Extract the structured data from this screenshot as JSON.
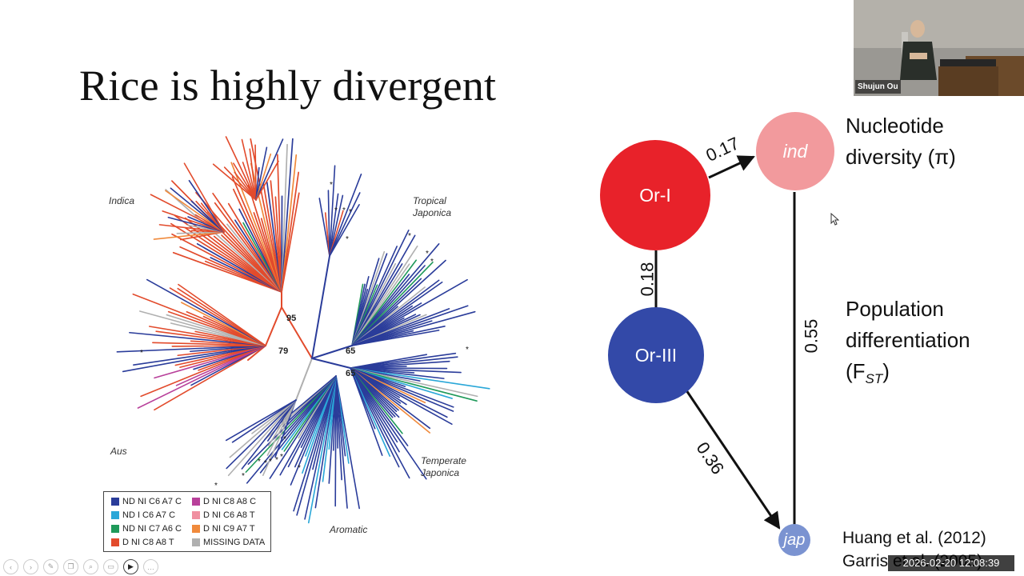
{
  "slide": {
    "title": "Rice is highly divergent"
  },
  "tree": {
    "labels": {
      "indica": "Indica",
      "tropical": "Tropical\nJaponica",
      "aus": "Aus",
      "temperate": "Temperate\nJaponica",
      "aromatic": "Aromatic"
    },
    "support_values": [
      "95",
      "79",
      "65",
      "65"
    ],
    "colors": {
      "navy": "#2a3c9a",
      "cyan": "#2aa7d8",
      "green": "#1f9a5a",
      "red": "#e24b2c",
      "magenta": "#b8409a",
      "pink": "#f08fa0",
      "orange": "#f08a3c",
      "gray": "#b0b0b0"
    },
    "legend": [
      {
        "label": "ND NI C6 A7 C",
        "color": "#2a3c9a"
      },
      {
        "label": "ND I C6 A7 C",
        "color": "#2aa7d8"
      },
      {
        "label": "ND NI C7 A6 C",
        "color": "#1f9a5a"
      },
      {
        "label": "D NI C8 A8 T",
        "color": "#e24b2c"
      },
      {
        "label": "D NI C8 A8 C",
        "color": "#b8409a"
      },
      {
        "label": "D NI C6 A8 T",
        "color": "#f08fa0"
      },
      {
        "label": "D NI C9 A7 T",
        "color": "#f08a3c"
      },
      {
        "label": "MISSING DATA",
        "color": "#b0b0b0"
      }
    ]
  },
  "diagram": {
    "nodes": {
      "or1": {
        "label": "Or-I",
        "color": "#e8222a"
      },
      "ind": {
        "label": "ind",
        "color": "#f29a9d"
      },
      "or3": {
        "label": "Or-III",
        "color": "#3349a8"
      },
      "jap": {
        "label": "jap",
        "color": "#7b93d1"
      }
    },
    "edges": {
      "or1_ind": "0.17",
      "or1_or3": "0.18",
      "ind_jap": "0.55",
      "or3_jap": "0.36"
    }
  },
  "annotations": {
    "nucleotide_line1": "Nucleotide",
    "nucleotide_line2": "diversity (π)",
    "popdiff_line1": "Population",
    "popdiff_line2": "differentiation",
    "fst_open": "(F",
    "fst_sub": "ST",
    "fst_close": ")"
  },
  "references": {
    "ref1": "Huang et al. (2012)",
    "ref2": "Garris et al. (2005)"
  },
  "video": {
    "speaker_name": "Shujun Ou"
  },
  "overlay": {
    "timestamp": "2026-02-20 12:08:39"
  },
  "toolbar": {
    "buttons": [
      "prev-icon",
      "next-icon",
      "pen-icon",
      "copy-icon",
      "zoom-icon",
      "slides-icon",
      "camera-icon",
      "more-icon"
    ]
  }
}
